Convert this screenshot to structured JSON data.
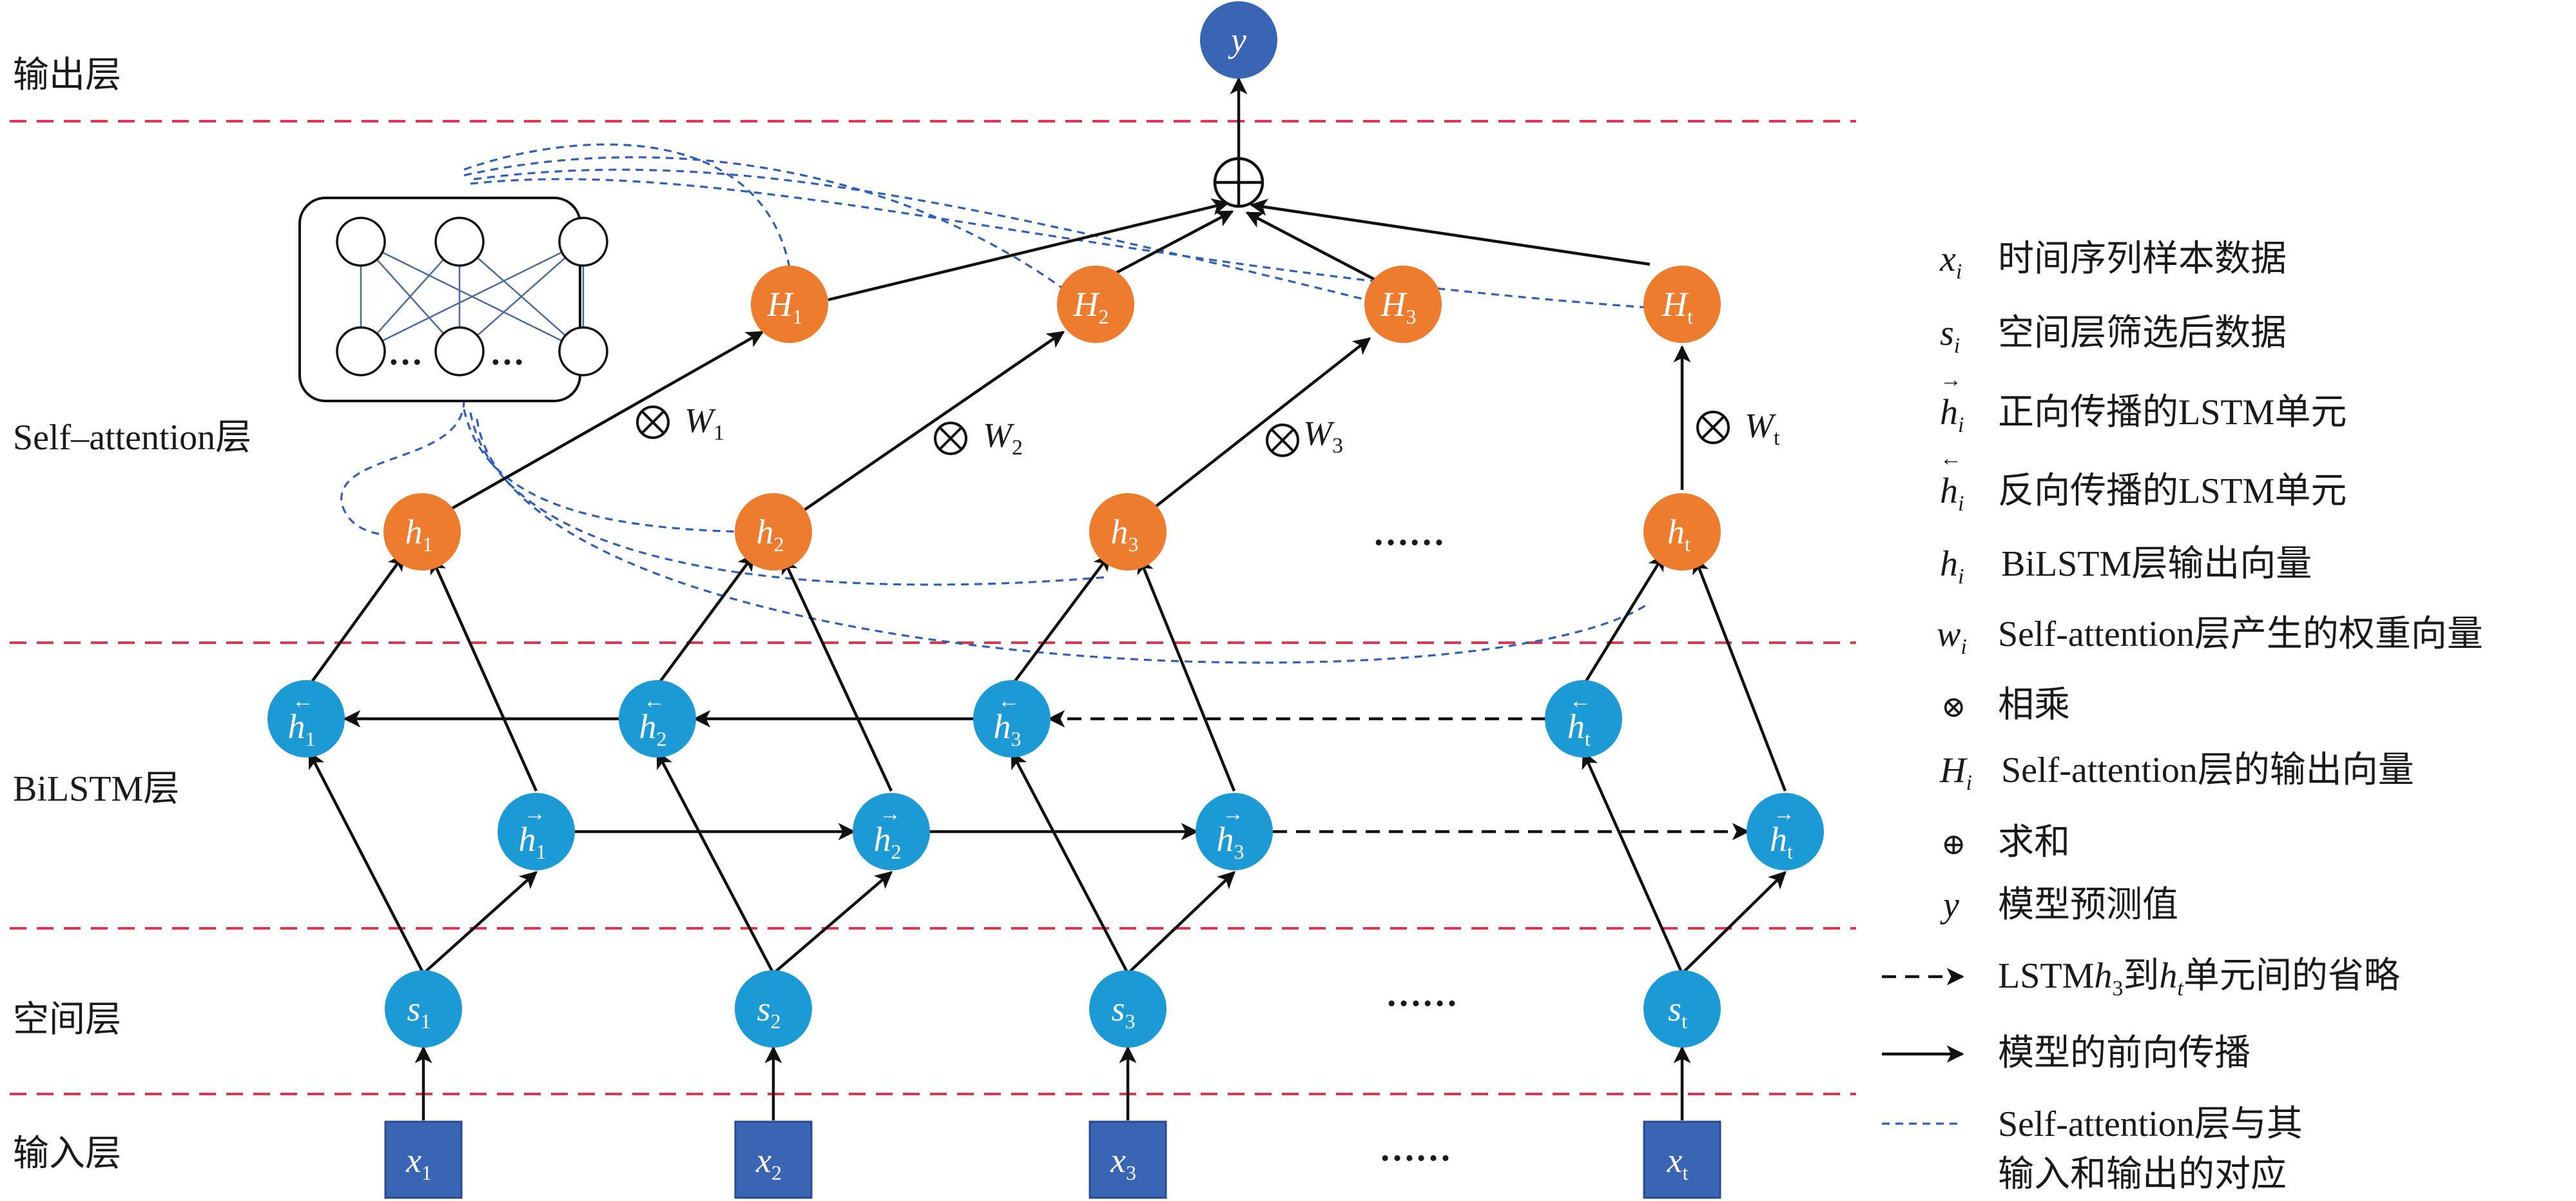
{
  "layers": {
    "output": "输出层",
    "self_attention": "Self–attention层",
    "bilstm": "BiLSTM层",
    "spatial": "空间层",
    "input": "输入层"
  },
  "nodes": {
    "y": "y",
    "x": [
      {
        "base": "x",
        "sub": "1"
      },
      {
        "base": "x",
        "sub": "2"
      },
      {
        "base": "x",
        "sub": "3"
      },
      {
        "base": "x",
        "sub": "t"
      }
    ],
    "s": [
      {
        "base": "s",
        "sub": "1"
      },
      {
        "base": "s",
        "sub": "2"
      },
      {
        "base": "s",
        "sub": "3"
      },
      {
        "base": "s",
        "sub": "t"
      }
    ],
    "h_fwd": [
      {
        "base": "h",
        "sub": "1"
      },
      {
        "base": "h",
        "sub": "2"
      },
      {
        "base": "h",
        "sub": "3"
      },
      {
        "base": "h",
        "sub": "t"
      }
    ],
    "h_bwd": [
      {
        "base": "h",
        "sub": "1"
      },
      {
        "base": "h",
        "sub": "2"
      },
      {
        "base": "h",
        "sub": "3"
      },
      {
        "base": "h",
        "sub": "t"
      }
    ],
    "h": [
      {
        "base": "h",
        "sub": "1"
      },
      {
        "base": "h",
        "sub": "2"
      },
      {
        "base": "h",
        "sub": "3"
      },
      {
        "base": "h",
        "sub": "t"
      }
    ],
    "H": [
      {
        "base": "H",
        "sub": "1"
      },
      {
        "base": "H",
        "sub": "2"
      },
      {
        "base": "H",
        "sub": "3"
      },
      {
        "base": "H",
        "sub": "t"
      }
    ],
    "W": [
      {
        "base": "W",
        "sub": "1"
      },
      {
        "base": "W",
        "sub": "2"
      },
      {
        "base": "W",
        "sub": "3"
      },
      {
        "base": "W",
        "sub": "t"
      }
    ],
    "ellipsis": "……"
  },
  "legend": [
    {
      "sym": "x",
      "sub": "i",
      "text": "时间序列样本数据"
    },
    {
      "sym": "s",
      "sub": "i",
      "text": "空间层筛选后数据"
    },
    {
      "sym": "h",
      "sub": "i",
      "text": "正向传播的LSTM单元"
    },
    {
      "sym": "h",
      "sub": "i",
      "text": "反向传播的LSTM单元"
    },
    {
      "sym": "h",
      "sub": "i",
      "text": "BiLSTM层输出向量"
    },
    {
      "sym": "w",
      "sub": "i",
      "text": "Self-attention层产生的权重向量"
    },
    {
      "sym": "⊗",
      "sub": "",
      "text": "相乘"
    },
    {
      "sym": "H",
      "sub": "i",
      "text": "Self-attention层的输出向量"
    },
    {
      "sym": "⊕",
      "sub": "",
      "text": "求和"
    },
    {
      "sym": "y",
      "sub": "",
      "text": "模型预测值"
    },
    {
      "text_a": "LSTM",
      "sym_a": "h",
      "sub_a": "3",
      "text_b": "到",
      "sym_b": "h",
      "sub_b": "t",
      "text_c": "单元间的省略"
    },
    {
      "text": "模型的前向传播"
    },
    {
      "text": "Self-attention层与其",
      "text2": "输入和输出的对应"
    }
  ],
  "colors": {
    "separator": "#e0344f",
    "lstm_node": "#1b9ad6",
    "attention_node": "#ee7c2e",
    "input_box": "#3a64b4",
    "attention_link": "#2f5fb8"
  }
}
